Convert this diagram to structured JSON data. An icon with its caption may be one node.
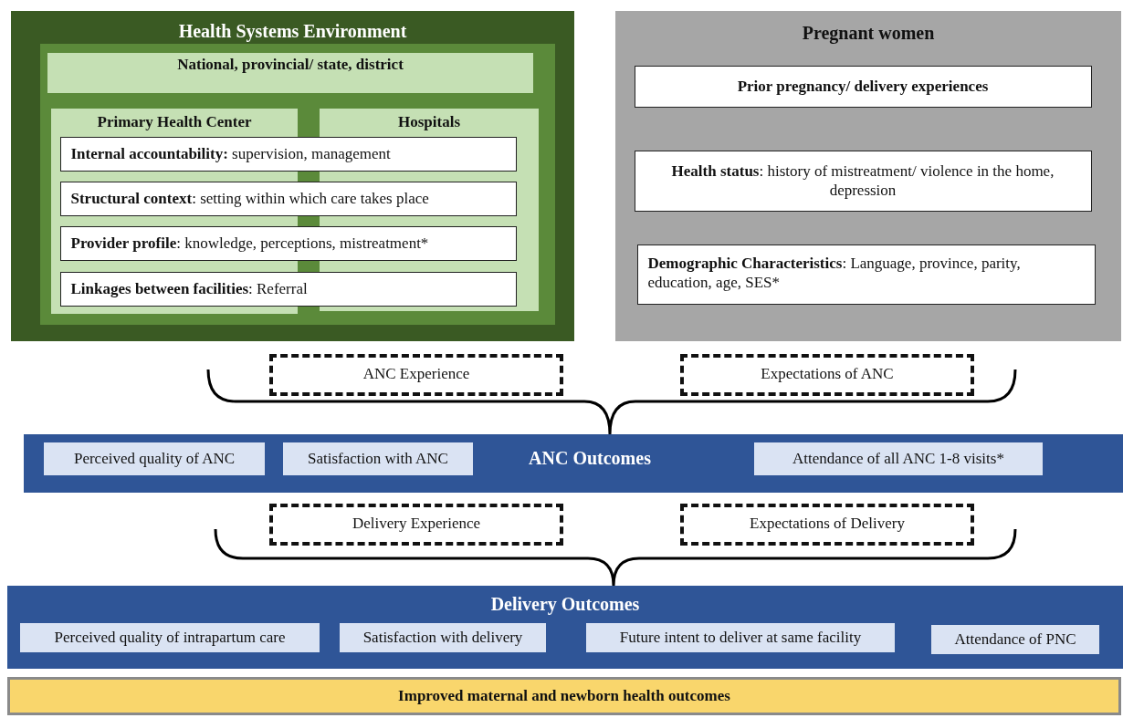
{
  "diagram": {
    "nodes": [
      {
        "text": [
          "Health Systems Environment"
        ]
      },
      {
        "text": [
          "National, provincial/ state, district"
        ],
        "in": 0
      },
      {
        "text": [
          "Primary Health Center"
        ],
        "in": 0
      },
      {
        "text": [
          "Hospitals"
        ],
        "in": 0
      },
      {
        "text": [
          "**Internal accountability:** supervision, management"
        ],
        "in": 0
      },
      {
        "text": [
          "**Structural context**: setting within which care takes place"
        ],
        "in": 0
      },
      {
        "text": [
          "**Provider profile**: knowledge, perceptions, mistreatment*"
        ],
        "in": 0
      },
      {
        "text": [
          "**Linkages between facilities**: Referral"
        ],
        "in": 0
      },
      {
        "text": [
          "Pregnant women"
        ]
      },
      {
        "text": [
          "Prior pregnancy/ delivery experiences"
        ],
        "in": 8
      },
      {
        "text": [
          "**Health status**: history of mistreatment/ violence in the home, depression"
        ],
        "in": 8
      },
      {
        "text": [
          "**Demographic Characteristics**: Language, province, parity, education, age, SES*"
        ],
        "in": 8
      },
      {
        "text": [
          "ANC Experience"
        ]
      },
      {
        "text": [
          "Expectations of ANC"
        ]
      },
      {
        "text": [
          "ANC Outcomes"
        ]
      },
      {
        "text": [
          "Perceived quality of ANC"
        ],
        "in": 14
      },
      {
        "text": [
          "Satisfaction with ANC"
        ],
        "in": 14
      },
      {
        "text": [
          "Attendance of all ANC 1-8 visits*"
        ],
        "in": 14
      },
      {
        "text": [
          "Delivery Experience"
        ]
      },
      {
        "text": [
          "Expectations of Delivery"
        ]
      },
      {
        "text": [
          "Delivery Outcomes"
        ]
      },
      {
        "text": [
          "Perceived quality of intrapartum care"
        ],
        "in": 20
      },
      {
        "text": [
          "Satisfaction with delivery"
        ],
        "in": 20
      },
      {
        "text": [
          "Future intent to deliver at same facility"
        ],
        "in": 20
      },
      {
        "text": [
          "Attendance of PNC"
        ],
        "in": 20
      },
      {
        "text": [
          "Improved maternal and newborn health outcomes"
        ]
      }
    ],
    "edges": []
  }
}
